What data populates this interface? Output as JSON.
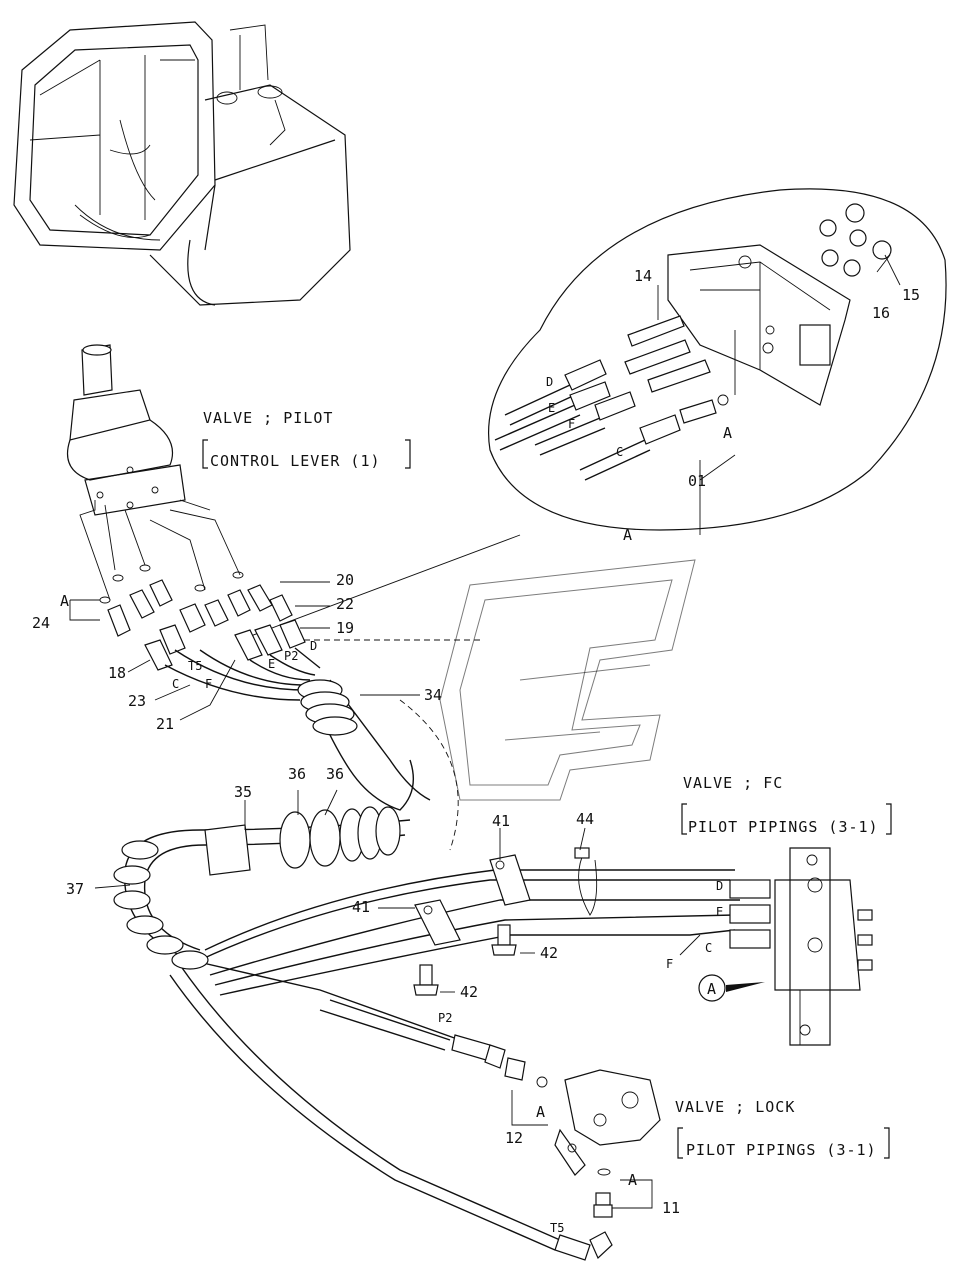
{
  "titles": {
    "pilot_valve": "VALVE ; PILOT",
    "pilot_ref": "CONTROL  LEVER (1)",
    "fc_valve": "VALVE ; FC",
    "fc_ref": "PILOT  PIPINGS (3-1)",
    "lock_valve": "VALVE ; LOCK",
    "lock_ref": "PILOT  PIPINGS (3-1)"
  },
  "parts": {
    "p01": "01",
    "p11": "11",
    "p12": "12",
    "p14": "14",
    "p15": "15",
    "p16": "16",
    "p18": "18",
    "p19": "19",
    "p20": "20",
    "p21": "21",
    "p22": "22",
    "p23": "23",
    "p24": "24",
    "p34": "34",
    "p35": "35",
    "p36a": "36",
    "p36b": "36",
    "p37": "37",
    "p41a": "41",
    "p41b": "41",
    "p42a": "42",
    "p42b": "42",
    "p44": "44"
  },
  "ports": {
    "A": "A",
    "C": "C",
    "D": "D",
    "E": "E",
    "F": "F",
    "P2": "P2",
    "T5": "T5"
  },
  "colors": {
    "line": "#111111",
    "background": "#ffffff"
  }
}
